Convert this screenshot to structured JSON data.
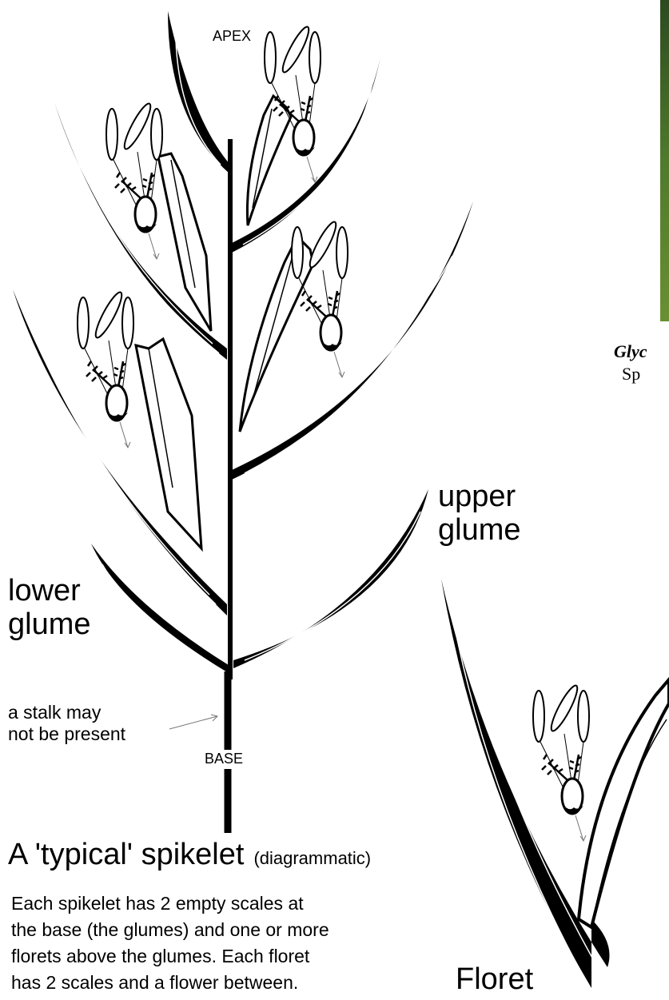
{
  "labels": {
    "apex": "APEX",
    "base": "BASE",
    "upper_glume": [
      "upper",
      "glume"
    ],
    "lower_glume": [
      "lower",
      "glume"
    ],
    "stalk_note": [
      "a stalk may",
      "not be present"
    ],
    "floret": "Floret"
  },
  "caption": {
    "title": "A 'typical' spikelet",
    "qualifier": "(diagrammatic)",
    "lines": [
      "Each spikelet has 2 empty scales at",
      "the base (the glumes) and one or more",
      "florets above the glumes. Each floret",
      "has 2 scales and a flower between."
    ]
  },
  "side_panel": {
    "species_partial": "Glyc",
    "subcaption_partial": "Sp"
  },
  "colors": {
    "ink": "#000000",
    "background": "#ffffff",
    "photo_green": "#4f7a2c"
  }
}
